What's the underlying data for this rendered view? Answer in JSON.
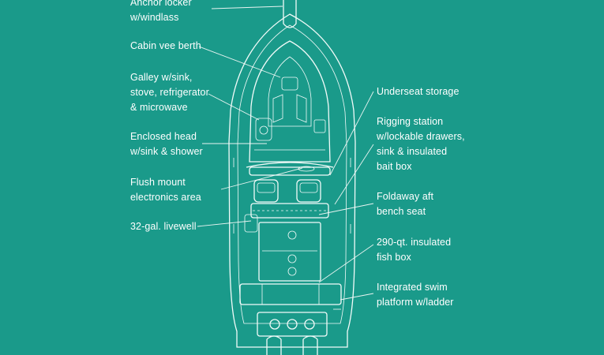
{
  "labels": {
    "anchor_locker": "Anchor locker\nw/windlass",
    "cabin_vee_berth": "Cabin vee berth",
    "galley": "Galley w/sink,\nstove, refrigerator\n& microwave",
    "enclosed_head": "Enclosed head\nw/sink & shower",
    "flush_mount": "Flush mount\nelectronics area",
    "livewell": "32-gal. livewell",
    "underseat_storage": "Underseat storage",
    "rigging_station": "Rigging station\nw/lockable drawers,\nsink & insulated\nbait box",
    "foldaway_bench": "Foldaway aft\nbench seat",
    "fish_box": "290-qt. insulated\nfish box",
    "swim_platform": "Integrated swim\nplatform w/ladder"
  },
  "colors": {
    "background": "#1a9a8a",
    "linework": "#f2fbf9",
    "text": "#ffffff"
  }
}
